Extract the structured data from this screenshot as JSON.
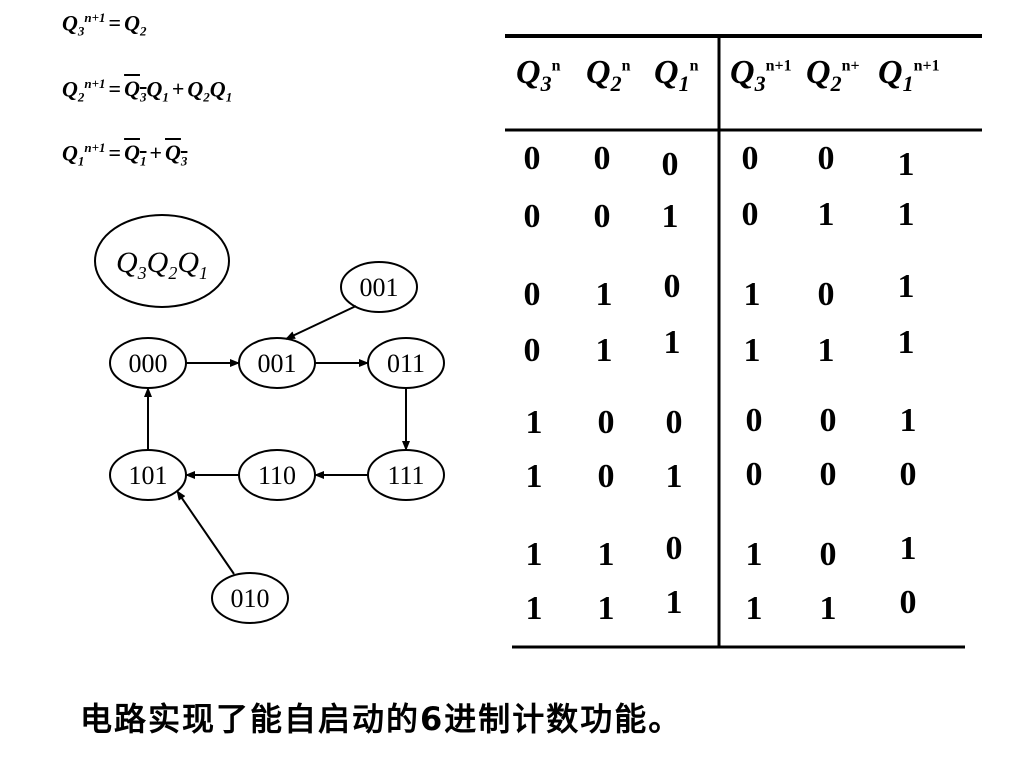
{
  "equations": [
    {
      "lhs_sub": "3",
      "lhs_sup": "n+1",
      "rhs": [
        {
          "t": "Q",
          "sub": "2",
          "bar": false
        }
      ]
    },
    {
      "lhs_sub": "2",
      "lhs_sup": "n+1",
      "rhs": [
        {
          "t": "Q",
          "sub": "3",
          "bar": true
        },
        {
          "t": "Q",
          "sub": "1",
          "bar": false
        },
        {
          "op": "+"
        },
        {
          "t": "Q",
          "sub": "2",
          "bar": false
        },
        {
          "t": "Q",
          "sub": "1",
          "bar": false
        }
      ]
    },
    {
      "lhs_sub": "1",
      "lhs_sup": "n+1",
      "rhs": [
        {
          "t": "Q",
          "sub": "1",
          "bar": true
        },
        {
          "op": "+"
        },
        {
          "t": "Q",
          "sub": "3",
          "bar": true
        }
      ]
    }
  ],
  "state_label": "Q3Q2Q1",
  "nodes": [
    "000",
    "001",
    "011",
    "111",
    "110",
    "101",
    "001",
    "010"
  ],
  "table": {
    "headers": [
      {
        "var": "Q",
        "sub": "3",
        "sup": "n"
      },
      {
        "var": "Q",
        "sub": "2",
        "sup": "n"
      },
      {
        "var": "Q",
        "sub": "1",
        "sup": "n"
      },
      {
        "var": "Q",
        "sub": "3",
        "sup": "n+1"
      },
      {
        "var": "Q",
        "sub": "2",
        "sup": "n+"
      },
      {
        "var": "Q",
        "sub": "1",
        "sup": "n+1"
      }
    ],
    "rows": [
      [
        "0",
        "0",
        "0",
        "0",
        "0",
        "1"
      ],
      [
        "0",
        "0",
        "1",
        "0",
        "1",
        "1"
      ],
      [
        "0",
        "1",
        "0",
        "1",
        "0",
        "1"
      ],
      [
        "0",
        "1",
        "1",
        "1",
        "1",
        "1"
      ],
      [
        "1",
        "0",
        "0",
        "0",
        "0",
        "1"
      ],
      [
        "1",
        "0",
        "1",
        "0",
        "0",
        "0"
      ],
      [
        "1",
        "1",
        "0",
        "1",
        "0",
        "1"
      ],
      [
        "1",
        "1",
        "1",
        "1",
        "1",
        "0"
      ]
    ]
  },
  "footer": "电路实现了能自启动的6进制计数功能。"
}
